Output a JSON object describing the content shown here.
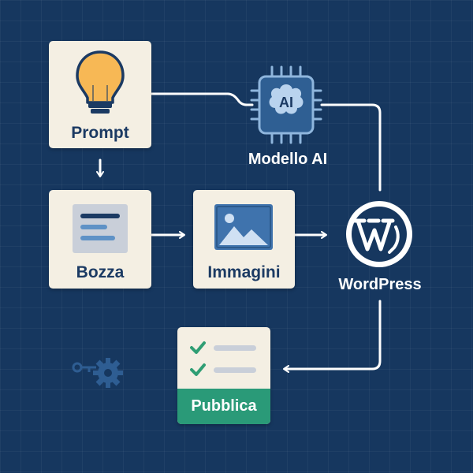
{
  "nodes": {
    "prompt": {
      "label": "Prompt",
      "icon": "lightbulb-icon"
    },
    "ai_model": {
      "label": "Modello AI",
      "chip_text": "AI",
      "icon": "ai-chip-icon"
    },
    "draft": {
      "label": "Bozza",
      "icon": "document-icon"
    },
    "images": {
      "label": "Immagini",
      "icon": "image-icon"
    },
    "wordpress": {
      "label": "WordPress",
      "icon": "wordpress-logo-icon"
    },
    "publish": {
      "label": "Pubblica",
      "icon": "checklist-icon"
    }
  },
  "decor": {
    "icon": "gear-key-icon"
  },
  "colors": {
    "background": "#16375f",
    "card": "#f4efe3",
    "text_dark": "#1b3a63",
    "bulb": "#f7b855",
    "publish_green": "#2a9a78",
    "check_green": "#2f9e74",
    "image_blue": "#3f73ad",
    "chip_blue": "#2f5f93"
  }
}
